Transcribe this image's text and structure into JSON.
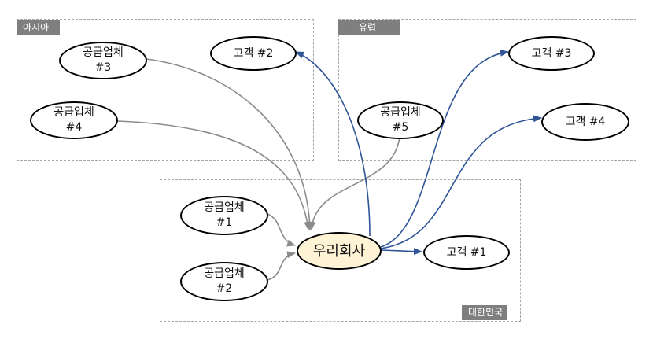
{
  "regions": {
    "asia": "아시아",
    "europe": "유럽",
    "korea": "대한민국"
  },
  "nodes": {
    "company": "우리회사",
    "supplier1": {
      "name": "공급업체",
      "num": "#1"
    },
    "supplier2": {
      "name": "공급업체",
      "num": "#2"
    },
    "supplier3": {
      "name": "공급업체",
      "num": "#3"
    },
    "supplier4": {
      "name": "공급업체",
      "num": "#4"
    },
    "supplier5": {
      "name": "공급업체",
      "num": "#5"
    },
    "customer1": "고객 #1",
    "customer2": "고객 #2",
    "customer3": "고객 #3",
    "customer4": "고객 #4"
  },
  "colors": {
    "supply_edge": "#8c8c8c",
    "customer_edge": "#2f5597",
    "company_fill": "#fff3d6",
    "region_tag": "#7f7f7f"
  }
}
